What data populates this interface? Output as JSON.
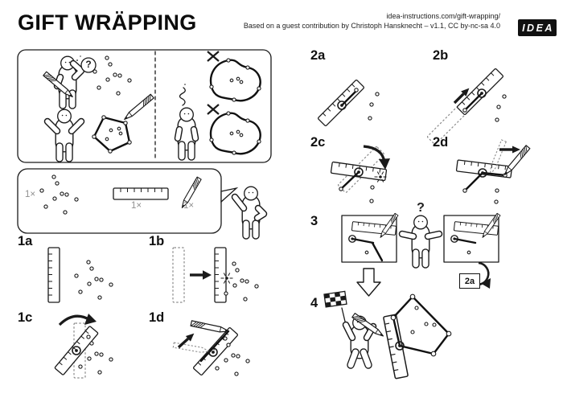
{
  "header": {
    "title": "GIFT WRÄPPING",
    "url_line": "idea-instructions.com/gift-wrapping/",
    "credit_line": "Based on a guest contribution by Christoph Hansknecht – v1.1, CC by-nc-sa 4.0",
    "logo_text": "IDEA"
  },
  "colors": {
    "ink": "#1a1a1a",
    "muted_label": "#8f8f8f",
    "logo_bg": "#111111",
    "paper": "#ffffff"
  },
  "intro": {
    "question_mark": "?"
  },
  "parts": {
    "points_qty": "1×",
    "ruler_qty": "1×",
    "pencil_qty": "1×"
  },
  "steps": {
    "s1a": "1a",
    "s1b": "1b",
    "s1c": "1c",
    "s1d": "1d",
    "s2a": "2a",
    "s2b": "2b",
    "s2c": "2c",
    "s2d": "2d",
    "s3": "3",
    "s4": "4",
    "s3_question_mark": "?",
    "s3_loop_ref": "2a"
  }
}
